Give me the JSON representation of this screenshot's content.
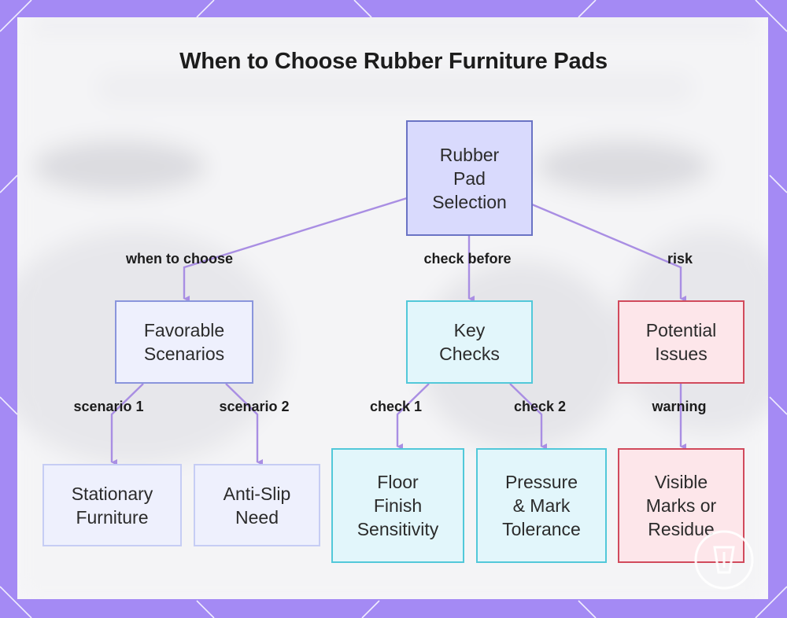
{
  "title": "When to Choose Rubber Furniture Pads",
  "nodes": {
    "root": "Rubber\nPad\nSelection",
    "favorable": "Favorable\nScenarios",
    "key_checks": "Key\nChecks",
    "potential_issues": "Potential\nIssues",
    "stationary": "Stationary\nFurniture",
    "anti_slip": "Anti-Slip\nNeed",
    "floor_finish": "Floor\nFinish\nSensitivity",
    "pressure": "Pressure\n& Mark\nTolerance",
    "visible_marks": "Visible\nMarks or\nResidue"
  },
  "edges": {
    "when_to_choose": "when to choose",
    "check_before": "check before",
    "risk": "risk",
    "scenario_1": "scenario 1",
    "scenario_2": "scenario 2",
    "check_1": "check 1",
    "check_2": "check 2",
    "warning": "warning"
  },
  "colors": {
    "frame": "#a48af4",
    "edge": "#a98ee3",
    "root_fill": "#d9dafd",
    "cyan_border": "#52c8d9",
    "red_border": "#d14a5c"
  }
}
